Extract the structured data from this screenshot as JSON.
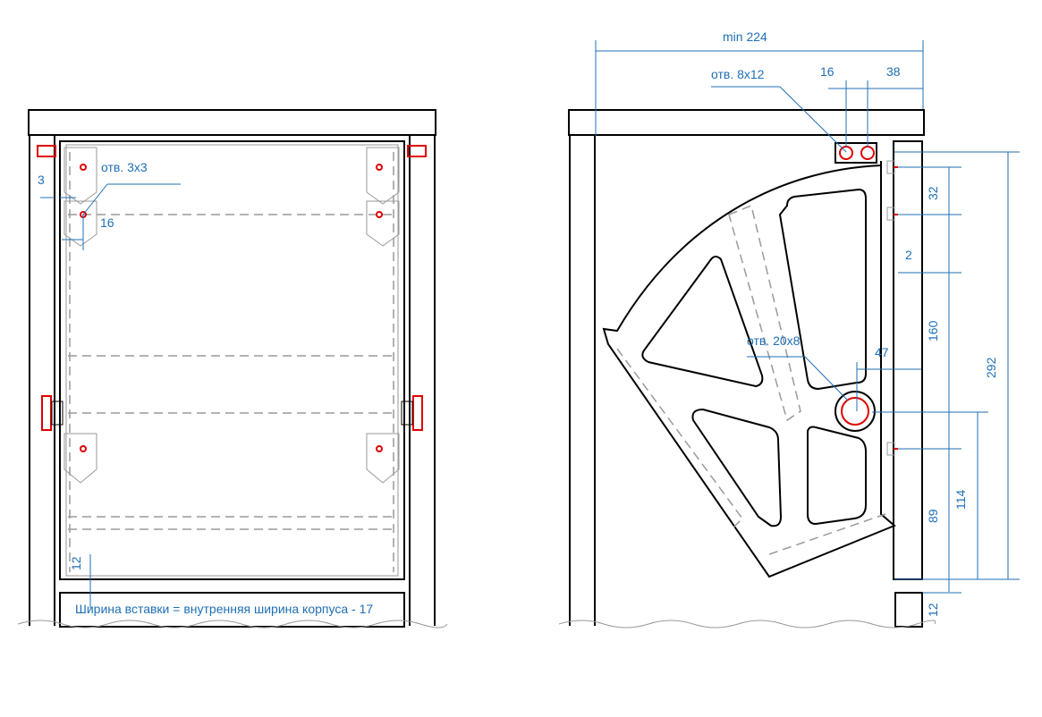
{
  "front_view": {
    "labels": {
      "hole_3x3": "отв. 3х3",
      "dim_3": "3",
      "dim_16": "16",
      "dim_12": "12",
      "note": "Ширина вставки = внутренняя ширина корпуса - 17"
    }
  },
  "side_view": {
    "labels": {
      "min_224": "min 224",
      "hole_8x12": "отв. 8х12",
      "dim_16": "16",
      "dim_38": "38",
      "dim_32": "32",
      "dim_2": "2",
      "dim_160": "160",
      "dim_292": "292",
      "hole_20x8": "отв. 20х8",
      "dim_47": "47",
      "dim_114": "114",
      "dim_89": "89",
      "dim_12": "12"
    }
  },
  "colors": {
    "dimension": "#1f6fb5",
    "hole": "#e00000",
    "outline": "#000000",
    "hidden": "#9a9a9a"
  }
}
